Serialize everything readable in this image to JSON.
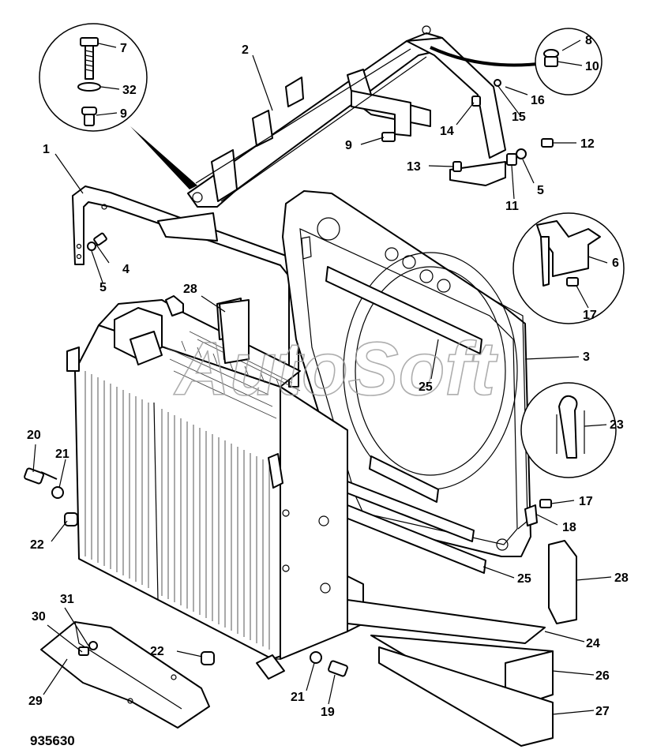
{
  "reference_number": "935630",
  "watermark": "AutoSoft",
  "callouts": [
    "1",
    "2",
    "3",
    "4",
    "5",
    "5",
    "6",
    "7",
    "8",
    "9",
    "9",
    "10",
    "11",
    "12",
    "13",
    "14",
    "15",
    "16",
    "17",
    "17",
    "18",
    "19",
    "20",
    "21",
    "21",
    "22",
    "22",
    "23",
    "24",
    "25",
    "25",
    "26",
    "27",
    "28",
    "28",
    "29",
    "30",
    "31",
    "32"
  ]
}
